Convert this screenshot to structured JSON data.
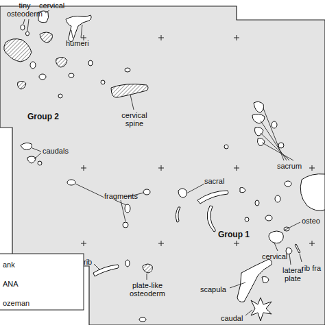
{
  "diagram": {
    "labels": [
      "tiny osteoderm",
      "cervical",
      "humeri",
      "cervical spine",
      "Group 2",
      "caudals",
      "fragments",
      "sacral",
      "sacrum",
      "Group 1",
      "osteo",
      "cervical",
      "rib fra",
      "lateral plate",
      "scapula",
      "caudal",
      "rib",
      "plate-like osteoderm"
    ],
    "legend": [
      {
        "text": "ank"
      },
      {
        "text": "ANA"
      },
      {
        "text": "ozeman"
      }
    ]
  }
}
